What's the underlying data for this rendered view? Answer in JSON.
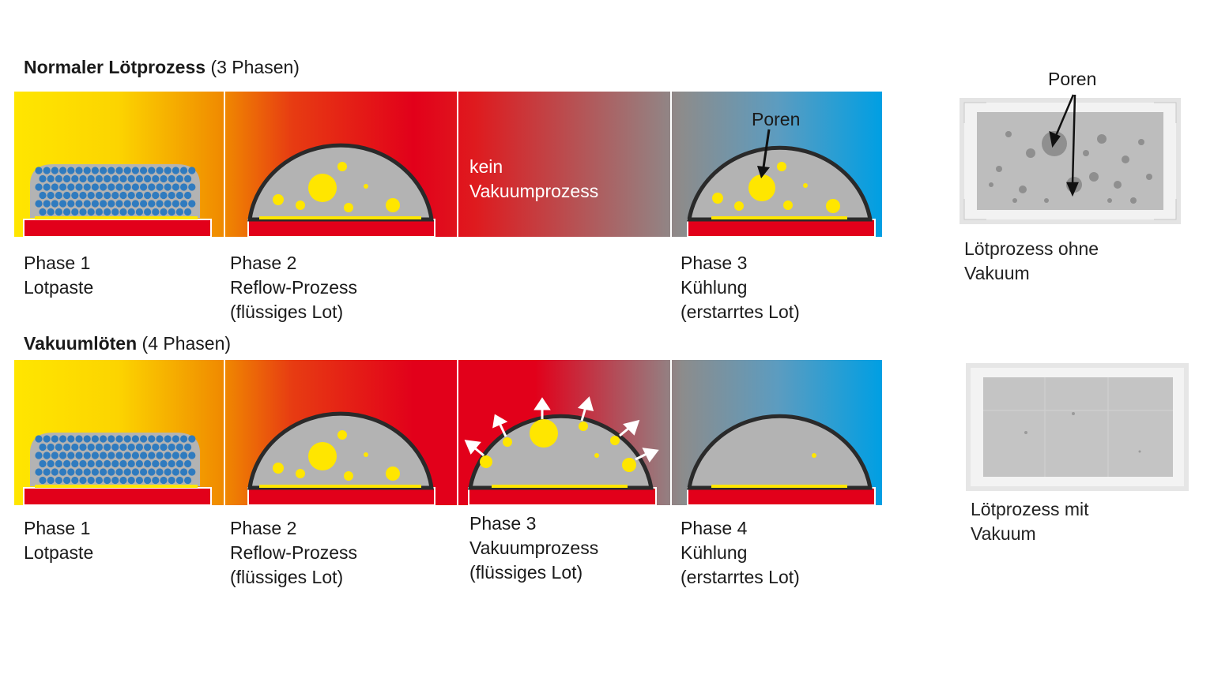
{
  "top": {
    "title_bold": "Normaler Lötprozess",
    "title_rest": "(3 Phasen)",
    "kein_line1": "kein",
    "kein_line2": "Vakuumprozess",
    "poren_label": "Poren",
    "captions": [
      {
        "line1": "Phase 1",
        "line2": "Lotpaste",
        "line3": ""
      },
      {
        "line1": "Phase 2",
        "line2": "Reflow-Prozess",
        "line3": "(flüssiges Lot)"
      },
      {
        "line1": "Phase 3",
        "line2": "Kühlung",
        "line3": "(erstarrtes Lot)"
      }
    ]
  },
  "bottom": {
    "title_bold": "Vakuumlöten",
    "title_rest": "(4 Phasen)",
    "captions": [
      {
        "line1": "Phase 1",
        "line2": "Lotpaste",
        "line3": ""
      },
      {
        "line1": "Phase 2",
        "line2": "Reflow-Prozess",
        "line3": "(flüssiges Lot)"
      },
      {
        "line1": "Phase 3",
        "line2": "Vakuumprozess",
        "line3": "(flüssiges Lot)"
      },
      {
        "line1": "Phase 4",
        "line2": "Kühlung",
        "line3": "(erstarrtes Lot)"
      }
    ]
  },
  "xray": {
    "top_label": "Poren",
    "top_caption_line1": "Lötprozess ohne",
    "top_caption_line2": "Vakuum",
    "bottom_caption_line1": "Lötprozess mit",
    "bottom_caption_line2": "Vakuum"
  },
  "colors": {
    "yellow": "#ffe600",
    "orange": "#f08a00",
    "red": "#e2001a",
    "grey": "#8c8c8c",
    "blue": "#009fe3",
    "paste_dot": "#2f7bbf",
    "solder_grey": "#b3b3b3",
    "pad_red": "#e2001a"
  }
}
